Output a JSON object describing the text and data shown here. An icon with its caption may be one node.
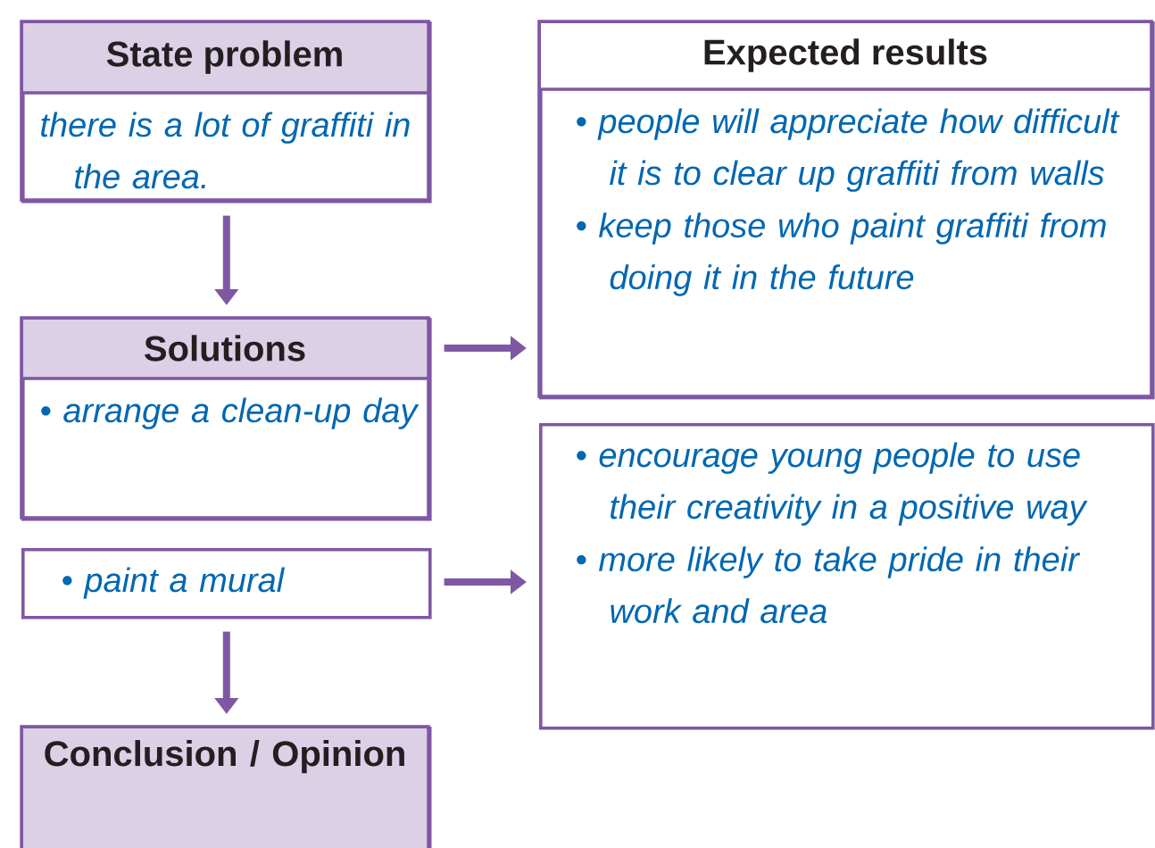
{
  "diagram": {
    "nodes": [
      {
        "text": [
          "State problem",
          "there is a lot of graffiti in the area."
        ]
      },
      {
        "text": [
          "Solutions",
          "• arrange a clean-up day"
        ]
      },
      {
        "text": [
          "• paint a mural"
        ]
      },
      {
        "text": [
          "Conclusion / Opinion"
        ]
      },
      {
        "text": [
          "Expected results",
          "• people will appreciate how difficult it is to clear up graffiti from walls",
          "• keep those who paint graffiti from doing it in the future"
        ]
      },
      {
        "text": [
          "• encourage young people to use their creativity in a positive way",
          "• more likely to take pride in their work and area"
        ]
      }
    ],
    "edges": [
      {
        "from": 0,
        "to": 1,
        "arrow": "to"
      },
      {
        "from": 1,
        "to": 4,
        "arrow": "to"
      },
      {
        "from": 2,
        "to": 5,
        "arrow": "to"
      },
      {
        "from": 2,
        "to": 3,
        "arrow": "to"
      }
    ]
  }
}
